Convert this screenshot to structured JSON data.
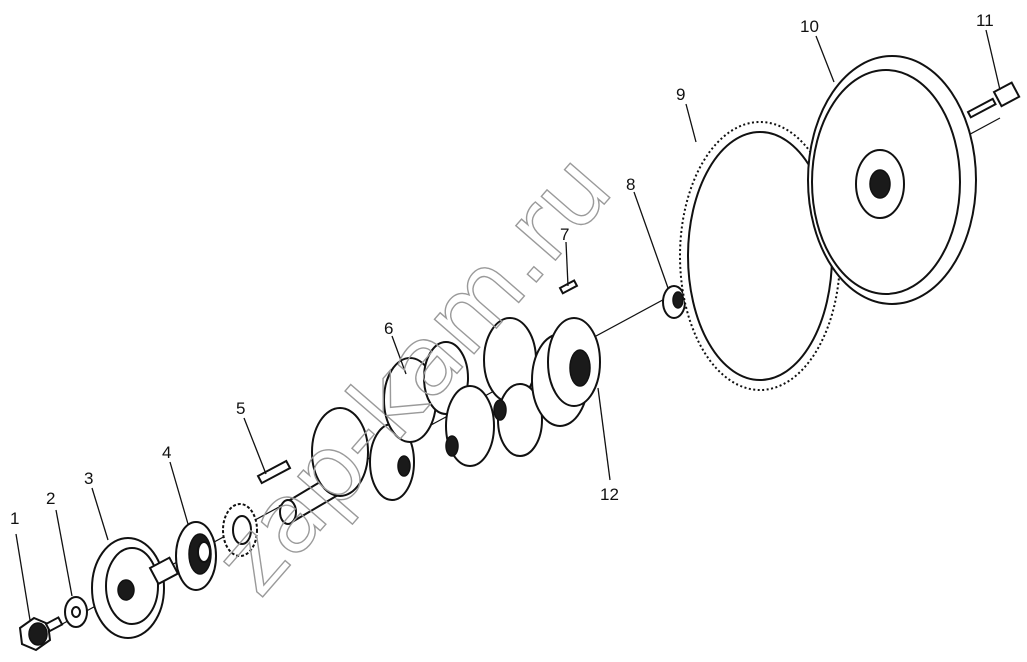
{
  "watermark": "zap-kam.ru",
  "callouts": [
    "1",
    "2",
    "3",
    "4",
    "5",
    "6",
    "7",
    "8",
    "9",
    "10",
    "11",
    "12"
  ]
}
